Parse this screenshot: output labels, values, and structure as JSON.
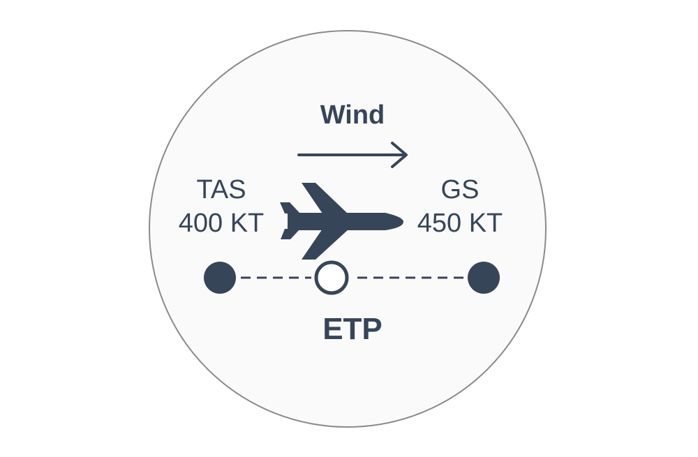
{
  "wind": {
    "label": "Wind"
  },
  "tas": {
    "label": "TAS",
    "value": "400 KT"
  },
  "gs": {
    "label": "GS",
    "value": "450 KT"
  },
  "etp": {
    "label": "ETP"
  },
  "colors": {
    "ink": "#374559",
    "circle_fill": "#fafafa",
    "circle_stroke": "#8a8a8a",
    "background": "#ffffff"
  },
  "icons": [
    "airplane-icon",
    "wind-arrow-icon"
  ]
}
